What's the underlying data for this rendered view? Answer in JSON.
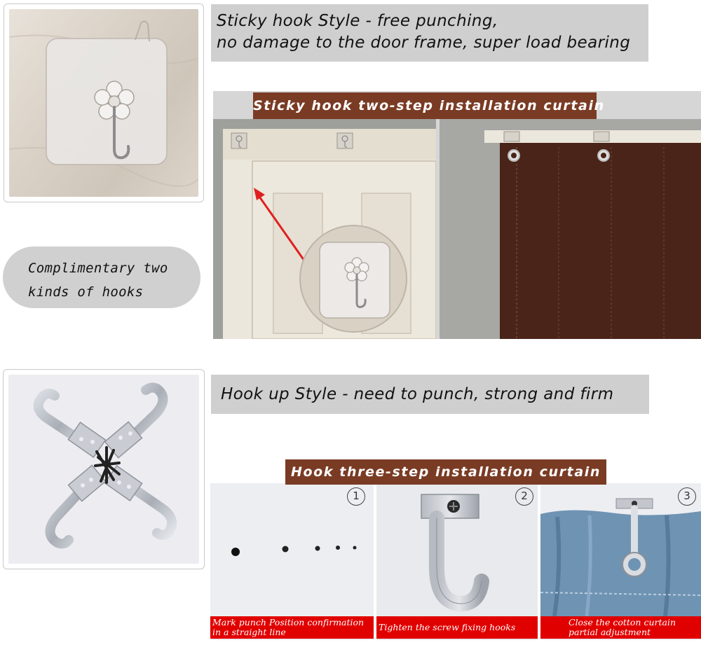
{
  "sticky_hook": {
    "caption_line1": "Sticky hook Style - free punching,",
    "caption_line2": "no damage to the door frame, super load bearing",
    "banner": "Sticky hook two-step installation curtain"
  },
  "complimentary": {
    "line1": "Complimentary two",
    "line2": "kinds of hooks"
  },
  "hook_up": {
    "caption": "Hook up Style - need to punch, strong and firm",
    "banner": "Hook three-step installation curtain",
    "steps": [
      {
        "number": "1",
        "label_line1": "Mark punch Position confirmation",
        "label_line2": "in a straight line"
      },
      {
        "number": "2",
        "label_line1": "Tighten the screw fixing hooks",
        "label_line2": ""
      },
      {
        "number": "3",
        "label_line1": "Close the cotton curtain",
        "label_line2": "partial adjustment"
      }
    ]
  },
  "colors": {
    "caption_bg": "#cfcfcf",
    "banner_bg": "#7a3b24",
    "step_label_bg": "#e10000",
    "curtain_brown": "#4a2418",
    "curtain_blue": "#6f93b3"
  }
}
